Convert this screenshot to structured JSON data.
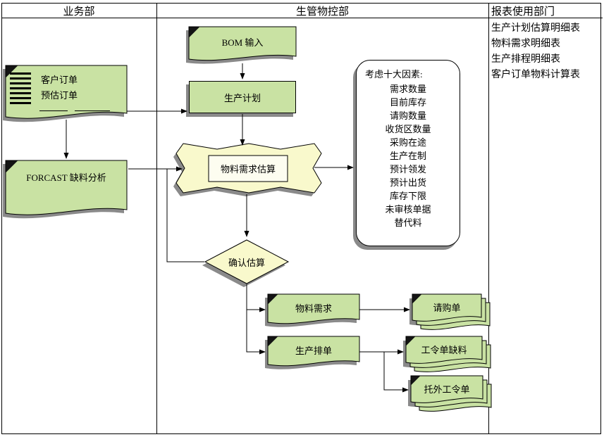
{
  "lanes": [
    {
      "label": "业务部"
    },
    {
      "label": "生管物控部"
    },
    {
      "label": "报表使用部门"
    }
  ],
  "nodes": {
    "customer_orders": {
      "line1": "客户订单",
      "line2": "预估订单"
    },
    "forecast_analysis": {
      "label": "FORCAST 缺料分析"
    },
    "bom_input": {
      "label": "BOM 输入"
    },
    "production_plan": {
      "label": "生产计划"
    },
    "material_requirement_estimation": {
      "label": "物料需求估算"
    },
    "confirm_estimation": {
      "label": "确认估算"
    },
    "material_requirement": {
      "label": "物料需求"
    },
    "production_scheduling": {
      "label": "生产排单"
    },
    "purchase_requisition": {
      "label": "请购单"
    },
    "work_order_shortage": {
      "label": "工令单缺料"
    },
    "outsourced_work_order": {
      "label": "托外工令单"
    }
  },
  "factors": {
    "title": "考虑十大因素:",
    "items": [
      "需求数量",
      "目前库存",
      "请购数量",
      "收货区数量",
      "采购在途",
      "生产在制",
      "预计领发",
      "预计出货",
      "库存下限",
      "未审核单据",
      "替代料"
    ]
  },
  "reports": {
    "items": [
      "生产计划估算明细表",
      "物料需求明细表",
      "生产排程明细表",
      "客户订单物料计算表"
    ]
  },
  "colors": {
    "shape_green": "#c9e2a3",
    "shape_cream": "#f9f9cc",
    "inner_cream": "#fdfdf0",
    "shadow_gray": "#8a8a8a",
    "line_black": "#000000"
  }
}
